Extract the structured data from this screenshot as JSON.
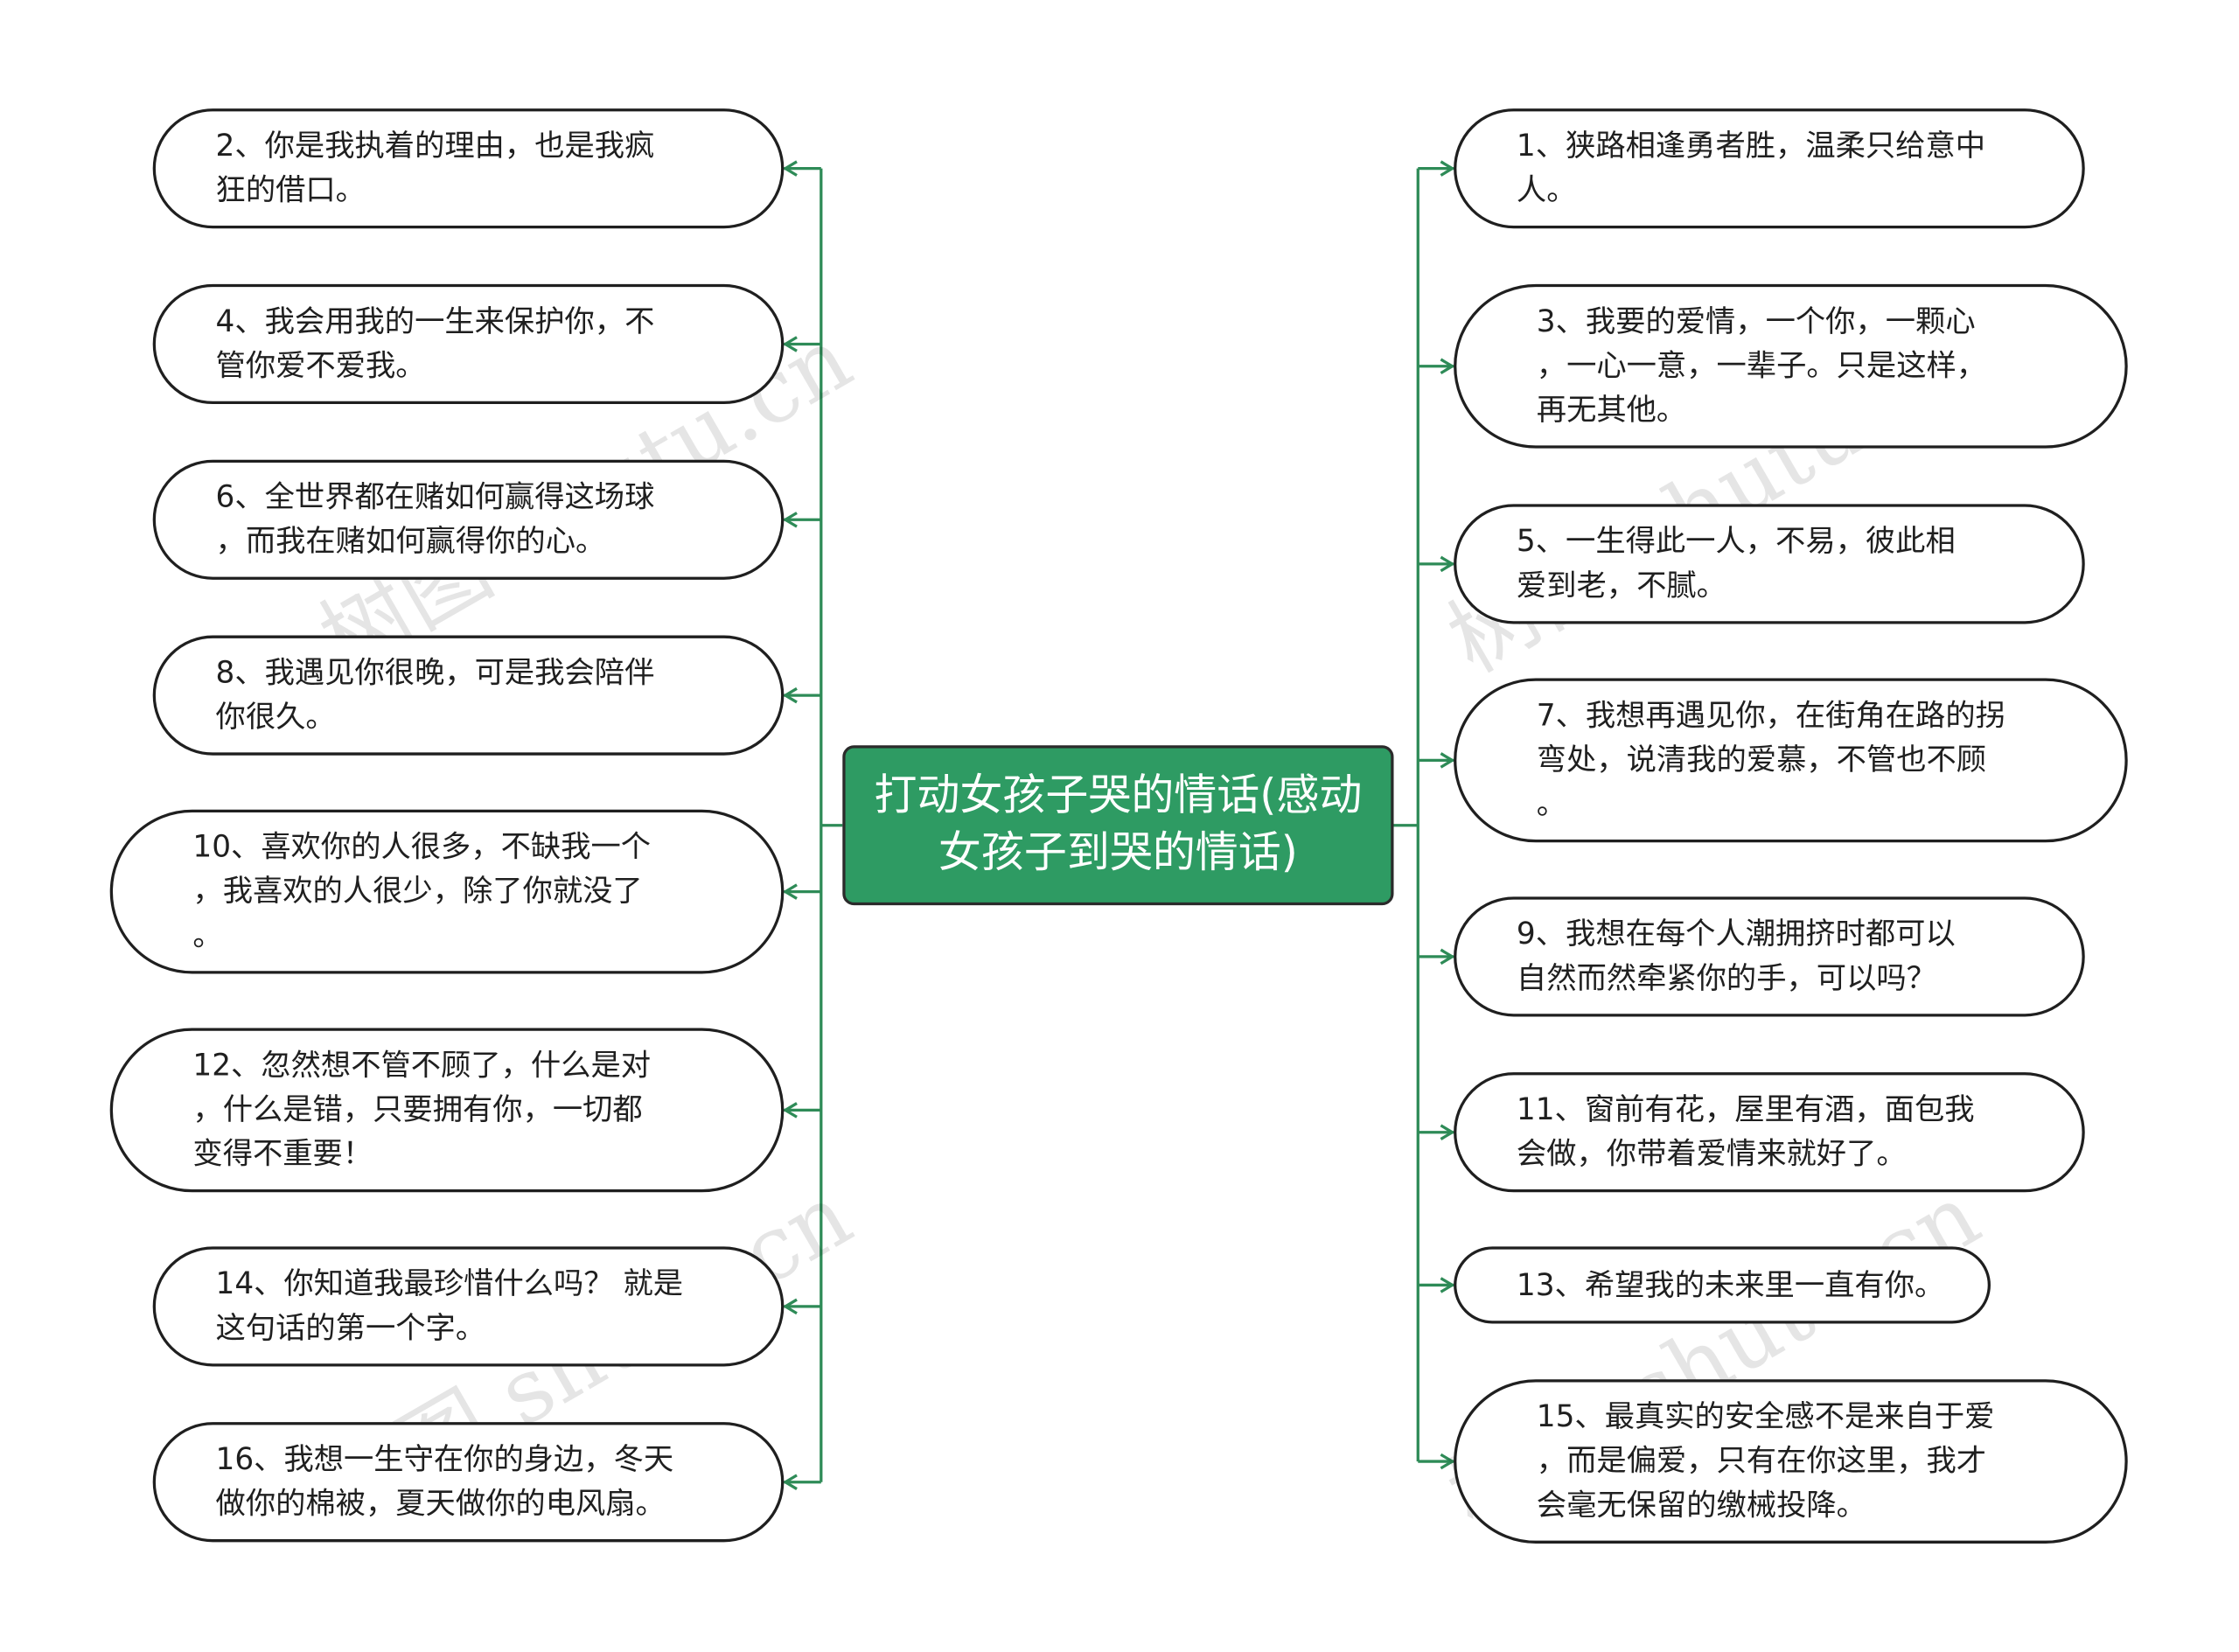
{
  "center_title": "打动女孩子哭的情话(感动女孩子到哭的情话)",
  "left_nodes": [
    {
      "id": 2,
      "text": "2、你是我执着的理由，也是我疯\n狂的借口。"
    },
    {
      "id": 4,
      "text": "4、我会用我的一生来保护你，不\n管你爱不爱我。"
    },
    {
      "id": 6,
      "text": "6、全世界都在赌如何赢得这场球\n，而我在赌如何赢得你的心。"
    },
    {
      "id": 8,
      "text": "8、我遇见你很晚，可是我会陪伴\n你很久。"
    },
    {
      "id": 10,
      "text": "10、喜欢你的人很多，不缺我一个\n，我喜欢的人很少，除了你就没了\n。"
    },
    {
      "id": 12,
      "text": "12、忽然想不管不顾了，什么是对\n，什么是错，只要拥有你，一切都\n变得不重要！"
    },
    {
      "id": 14,
      "text": "14、你知道我最珍惜什么吗？ 就是\n这句话的第一个字。"
    },
    {
      "id": 16,
      "text": "16、我想一生守在你的身边，冬天\n做你的棉被，夏天做你的电风扇。"
    }
  ],
  "right_nodes": [
    {
      "id": 1,
      "text": "1、狭路相逢勇者胜，温柔只给意中\n人。"
    },
    {
      "id": 3,
      "text": "3、我要的爱情，一个你，一颗心\n，一心一意，一辈子。只是这样，\n再无其他。"
    },
    {
      "id": 5,
      "text": "5、一生得此一人，不易，彼此相\n爱到老，不腻。"
    },
    {
      "id": 7,
      "text": "7、我想再遇见你，在街角在路的拐\n弯处，说清我的爱慕，不管也不顾\n。"
    },
    {
      "id": 9,
      "text": "9、我想在每个人潮拥挤时都可以\n自然而然牵紧你的手，可以吗？"
    },
    {
      "id": 11,
      "text": "11、窗前有花，屋里有酒，面包我\n会做，你带着爱情来就好了。"
    },
    {
      "id": 13,
      "text": "13、希望我的未来里一直有你。"
    },
    {
      "id": 15,
      "text": "15、最真实的安全感不是来自于爱\n，而是偏爱，只有在你这里，我才\n会毫无保留的缴械投降。"
    }
  ],
  "watermark_text": "树图 shutu.cn",
  "colors": {
    "accent": "#2e9b63",
    "connector": "#2e8b57",
    "border": "#1f1f1f"
  }
}
